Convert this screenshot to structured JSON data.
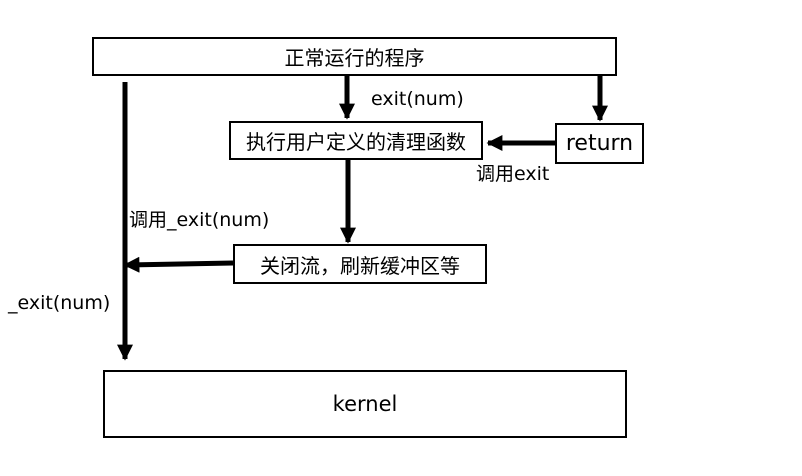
{
  "nodes": {
    "running_program": "正常运行的程序",
    "cleanup_handlers": "执行用户定义的清理函数",
    "return": "return",
    "close_streams": "关闭流，刷新缓冲区等",
    "kernel": "kernel"
  },
  "edge_labels": {
    "exit_num": "exit(num)",
    "call_exit": "调用exit",
    "call_underscore_exit": "调用_exit(num)",
    "underscore_exit": "_exit(num)"
  }
}
